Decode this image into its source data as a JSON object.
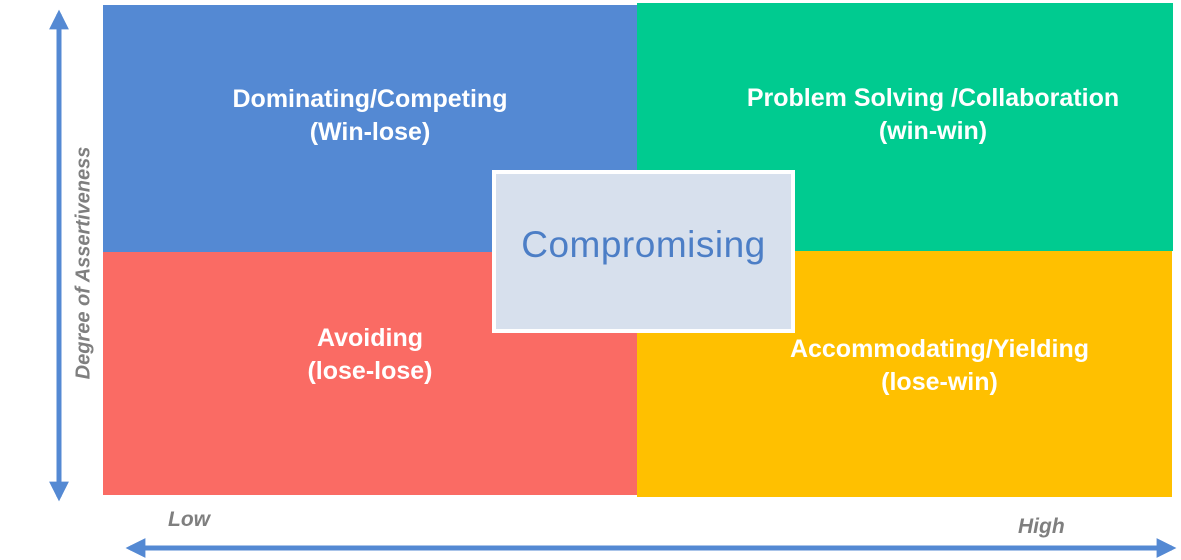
{
  "quadrants": [
    {
      "id": "dominating",
      "title": "Dominating/Competing",
      "subtitle": "(Win-lose)",
      "color": "#5489D3",
      "text_color": "#ffffff"
    },
    {
      "id": "collaboration",
      "title": "Problem Solving /Collaboration",
      "subtitle": "(win-win)",
      "color": "#00CB90",
      "text_color": "#ffffff"
    },
    {
      "id": "avoiding",
      "title": "Avoiding",
      "subtitle": "(lose-lose)",
      "color": "#FA6B64",
      "text_color": "#ffffff"
    },
    {
      "id": "accommodating",
      "title": "Accommodating/Yielding",
      "subtitle": "(lose-win)",
      "color": "#FFC000",
      "text_color": "#ffffff"
    }
  ],
  "center": {
    "label": "Compromising",
    "fill": "#D7E0ED",
    "border_color": "#FFFFFF",
    "text_color": "#4C7EC6"
  },
  "axes": {
    "y_label": "Degree of Assertiveness",
    "x_low": "Low",
    "x_high": "High",
    "arrow_color": "#5489D3",
    "label_color": "#7F7F7F"
  }
}
